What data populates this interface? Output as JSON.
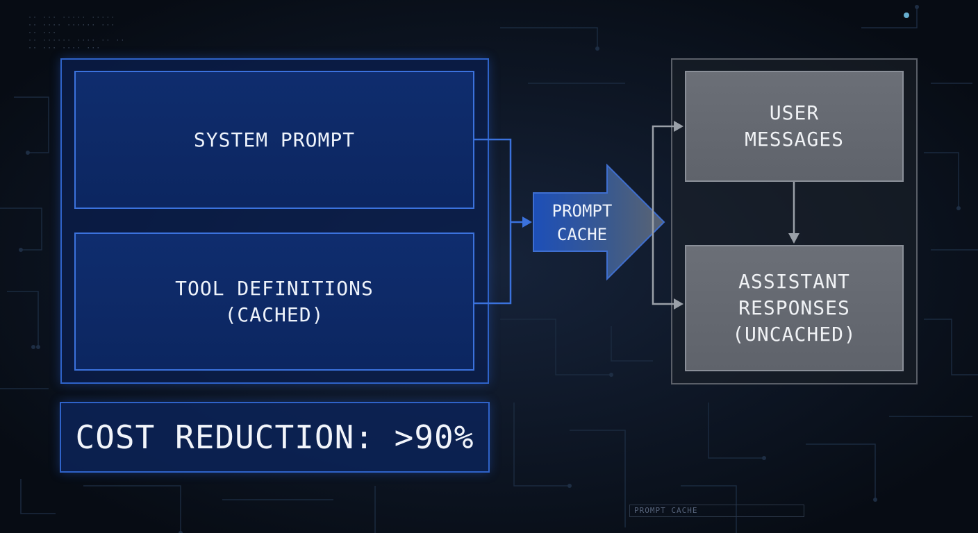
{
  "diagram": {
    "system_prompt_label": "SYSTEM PROMPT",
    "tool_definitions_label": "TOOL DEFINITIONS",
    "tool_definitions_sub": "(CACHED)",
    "cache_arrow_line1": "PROMPT",
    "cache_arrow_line2": "CACHE",
    "user_messages_line1": "USER",
    "user_messages_line2": "MESSAGES",
    "assistant_line1": "ASSISTANT",
    "assistant_line2": "RESPONSES",
    "assistant_line3": "(UNCACHED)",
    "cost_reduction": "COST REDUCTION: >90%",
    "background_tag": "PROMPT CACHE"
  },
  "colors": {
    "background": "#0a111c",
    "cached_blue": "#0f2d6e",
    "cached_border": "#3b72dd",
    "uncached_gray": "#6b6f77",
    "arrow_gray": "#9aa0a8"
  }
}
